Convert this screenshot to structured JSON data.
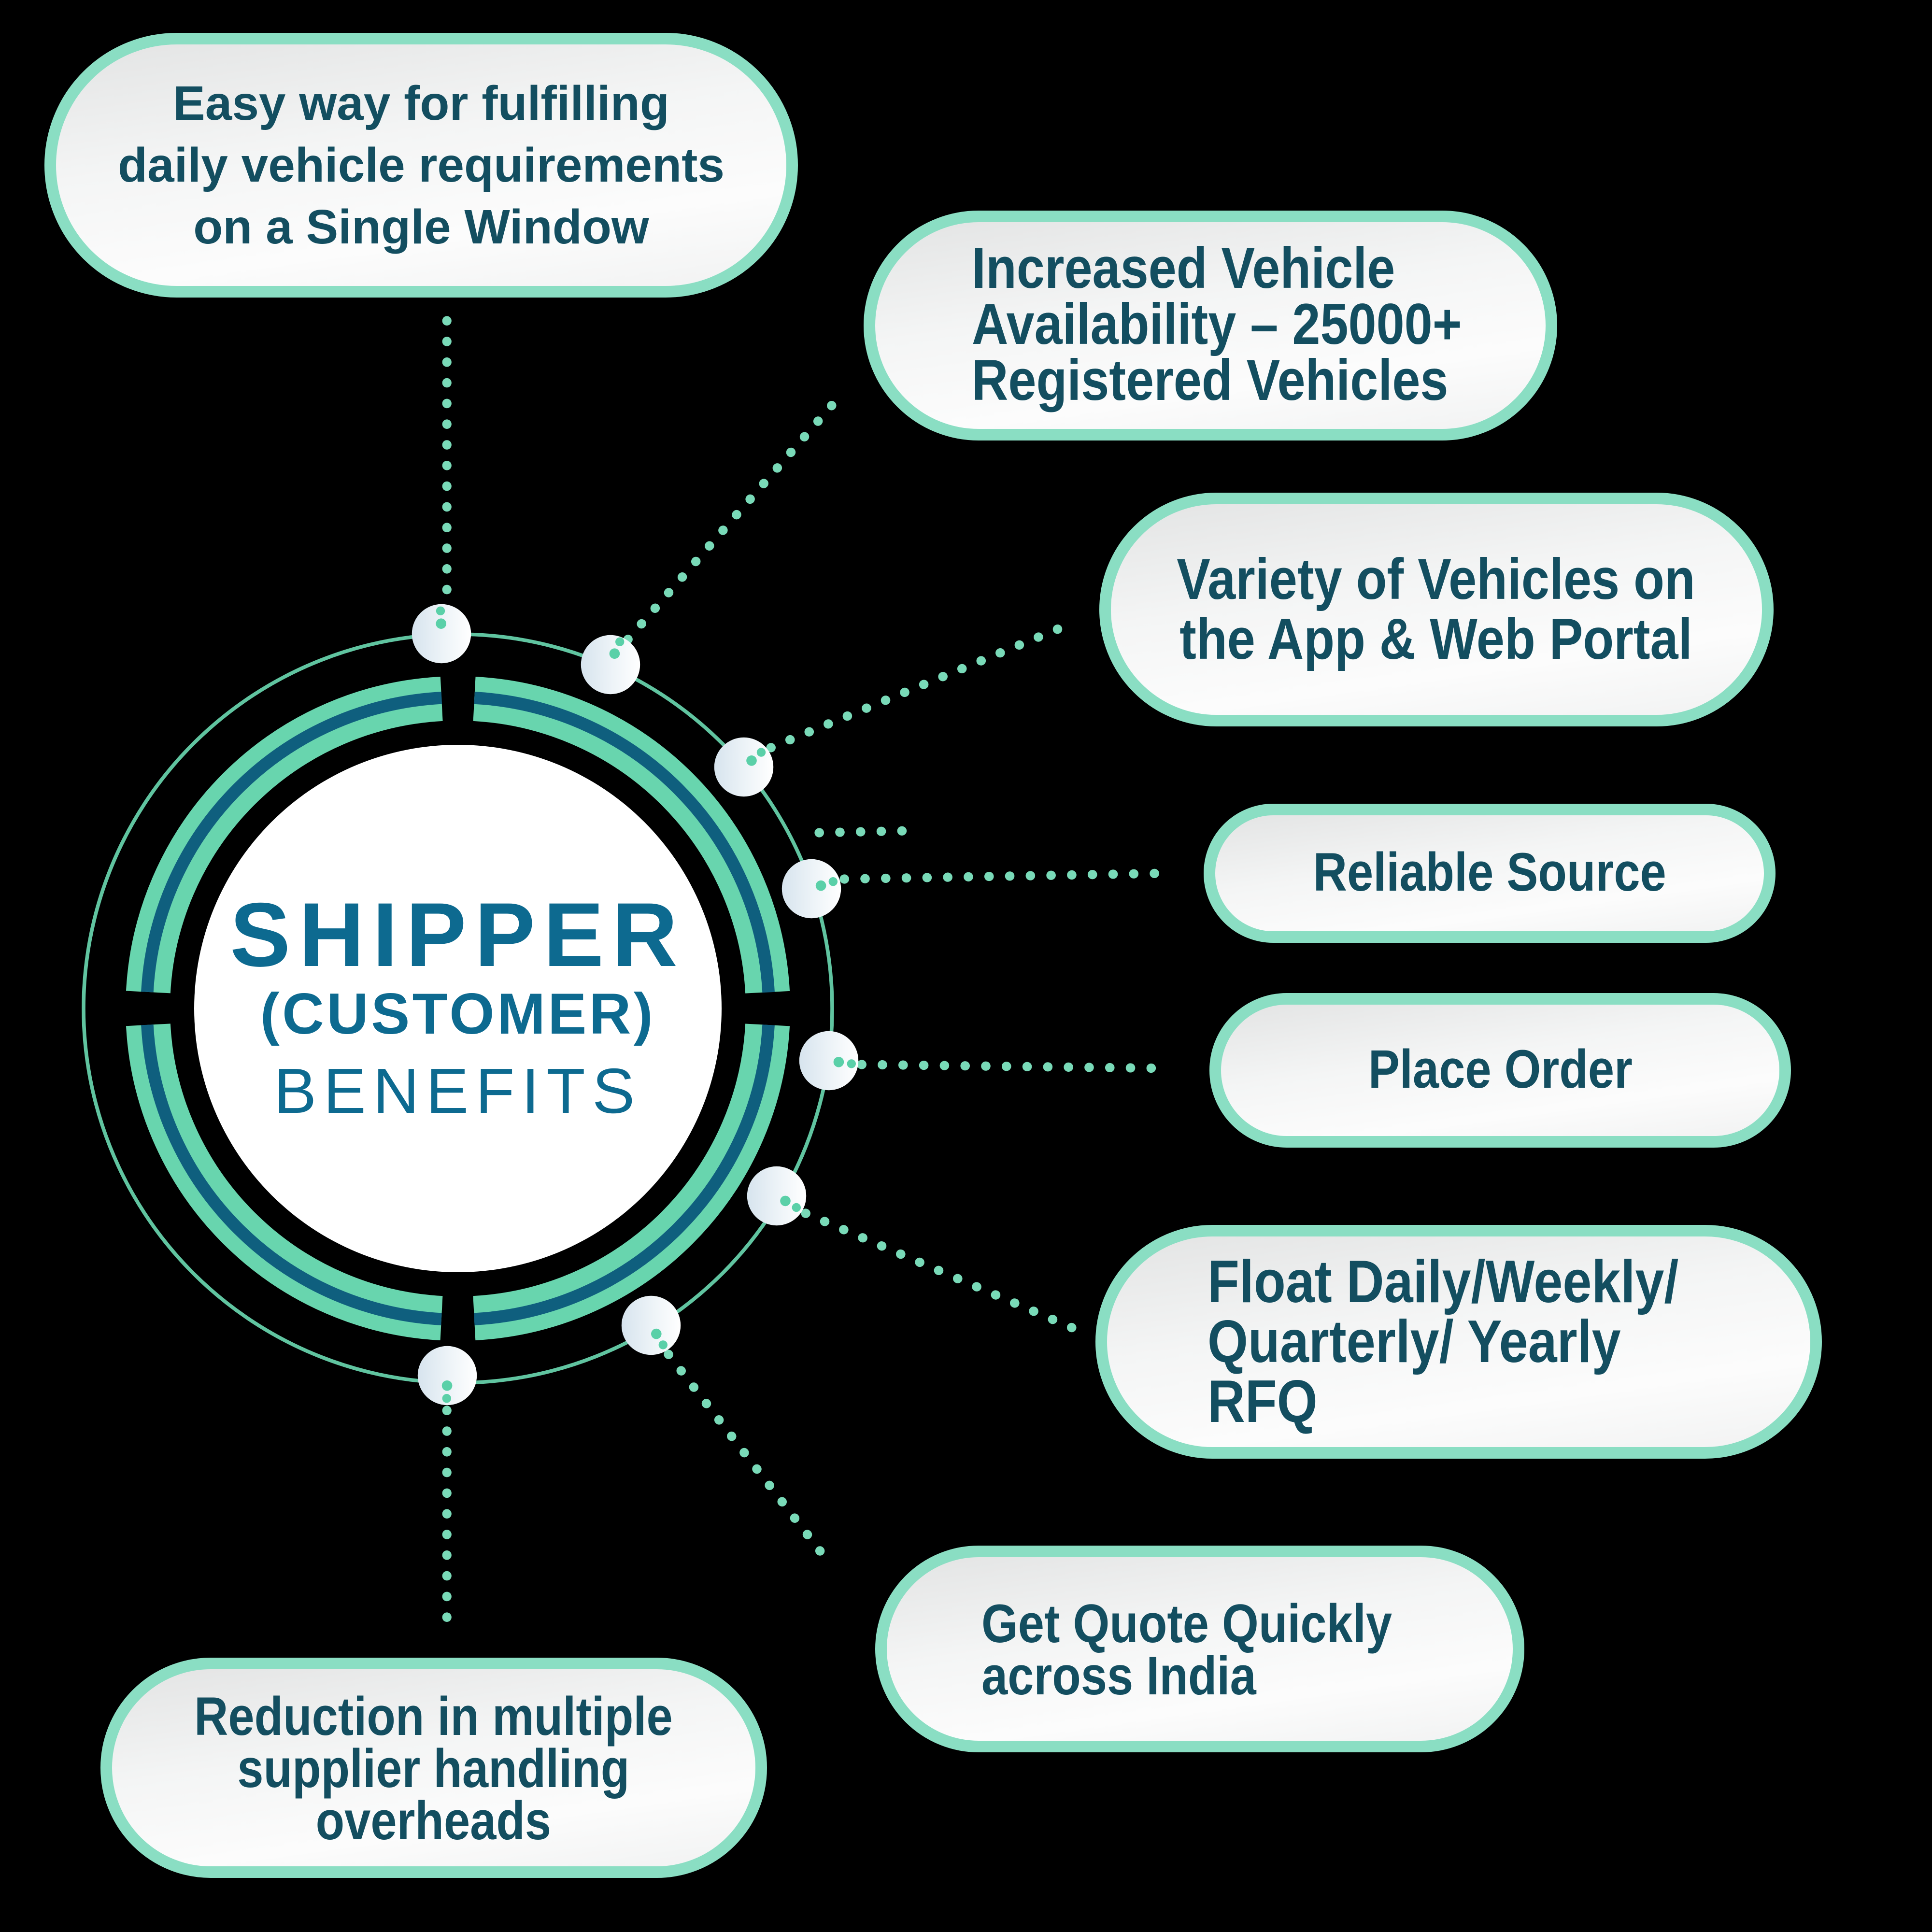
{
  "title": {
    "shipper": "SHIPPER",
    "customer": "(CUSTOMER)",
    "benefits": "BENEFITS"
  },
  "pills": {
    "easy_way": {
      "text": "Easy way for fulfilling\ndaily vehicle requirements\non a Single Window"
    },
    "increased": {
      "text": "Increased Vehicle\nAvailability – 25000+\nRegistered Vehicles"
    },
    "variety": {
      "text": "Variety of Vehicles on\nthe App & Web Portal"
    },
    "reliable": {
      "text": "Reliable Source"
    },
    "place_order": {
      "text": "Place Order"
    },
    "float_rfq": {
      "text": "Float Daily/Weekly/\nQuarterly/ Yearly RFQ"
    },
    "get_quote": {
      "text": "Get Quote Quickly\nacross India"
    },
    "reduction": {
      "text": "Reduction in multiple\nsupplier handling\noverheads"
    }
  },
  "colors": {
    "background": "#000000",
    "mint-ring": "#68d5ae",
    "mint-border": "#8adec3",
    "teal-stripe": "#0f5f7e",
    "dot-color": "#79dab8",
    "pill-text": "#134e60",
    "title-text": "#0d6a90",
    "node-dot": "#5ad0a8"
  }
}
